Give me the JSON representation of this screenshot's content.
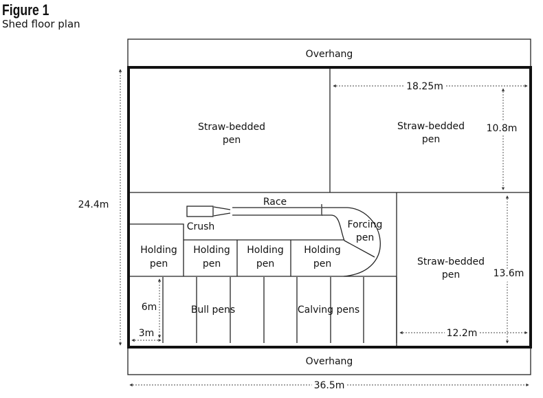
{
  "figure": {
    "title": "Figure 1",
    "subtitle": "Shed floor plan"
  },
  "labels": {
    "overhang_top": "Overhang",
    "overhang_bottom": "Overhang",
    "pen_tl": [
      "Straw-bedded",
      "pen"
    ],
    "pen_tr": [
      "Straw-bedded",
      "pen"
    ],
    "pen_br": [
      "Straw-bedded",
      "pen"
    ],
    "race": "Race",
    "crush": "Crush",
    "forcing": [
      "Forcing",
      "pen"
    ],
    "holding": [
      "Holding",
      "pen"
    ],
    "bull": "Bull pens",
    "calving": "Calving pens"
  },
  "dims": {
    "total_length": "36.5m",
    "total_width": "24.4m",
    "tr_width": "18.25m",
    "tr_depth": "10.8m",
    "br_depth": "13.6m",
    "br_width": "12.2m",
    "pen_depth": "6m",
    "pen_width": "3m"
  }
}
